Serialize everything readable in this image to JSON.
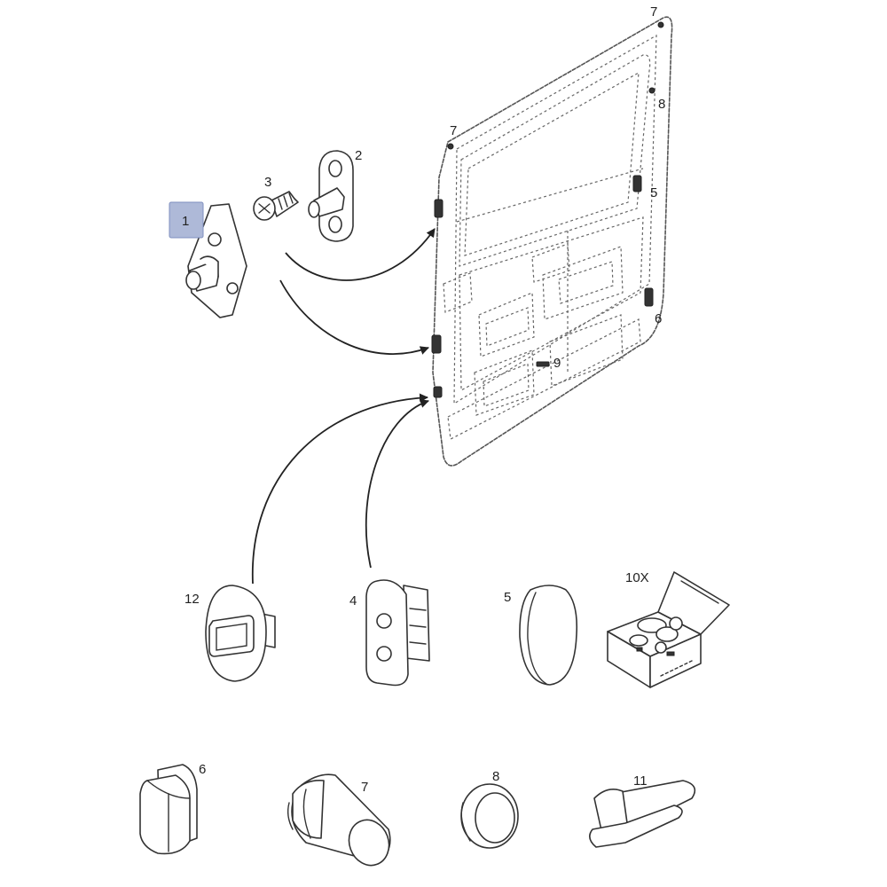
{
  "callouts": {
    "c1": "1",
    "c2": "2",
    "c3": "3",
    "c4": "4",
    "c5_door": "5",
    "c5": "5",
    "c6_door": "6",
    "c6": "6",
    "c7_top": "7",
    "c7_left": "7",
    "c7": "7",
    "c8_door": "8",
    "c8": "8",
    "c9": "9",
    "c10": "10X",
    "c11": "11",
    "c12": "12"
  },
  "colors": {
    "highlight": "#aeb9d8",
    "line": "#333333"
  }
}
